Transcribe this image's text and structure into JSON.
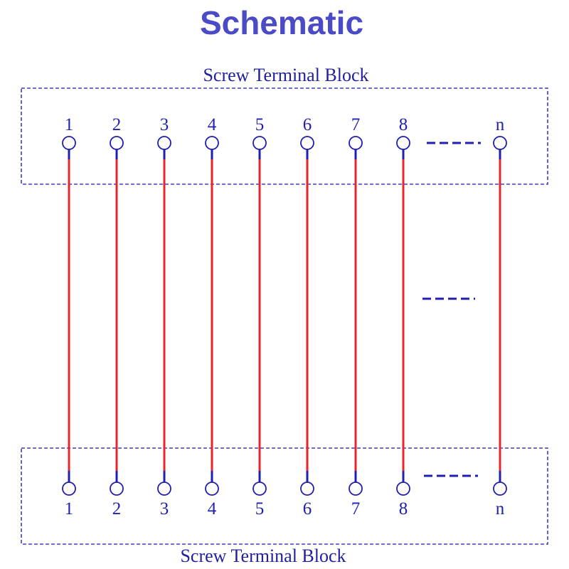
{
  "title": "Schematic",
  "top_block": {
    "label": "Screw Terminal  Block"
  },
  "bottom_block": {
    "label": "Screw Terminal  Block"
  },
  "terminals": [
    "1",
    "2",
    "3",
    "4",
    "5",
    "6",
    "7",
    "8",
    "n"
  ],
  "colors": {
    "title": "#4b4bc8",
    "block_border": "#3f3fc0",
    "label": "#1f1fa0",
    "terminal": "#1f1fb0",
    "wire": "#e8242a"
  }
}
